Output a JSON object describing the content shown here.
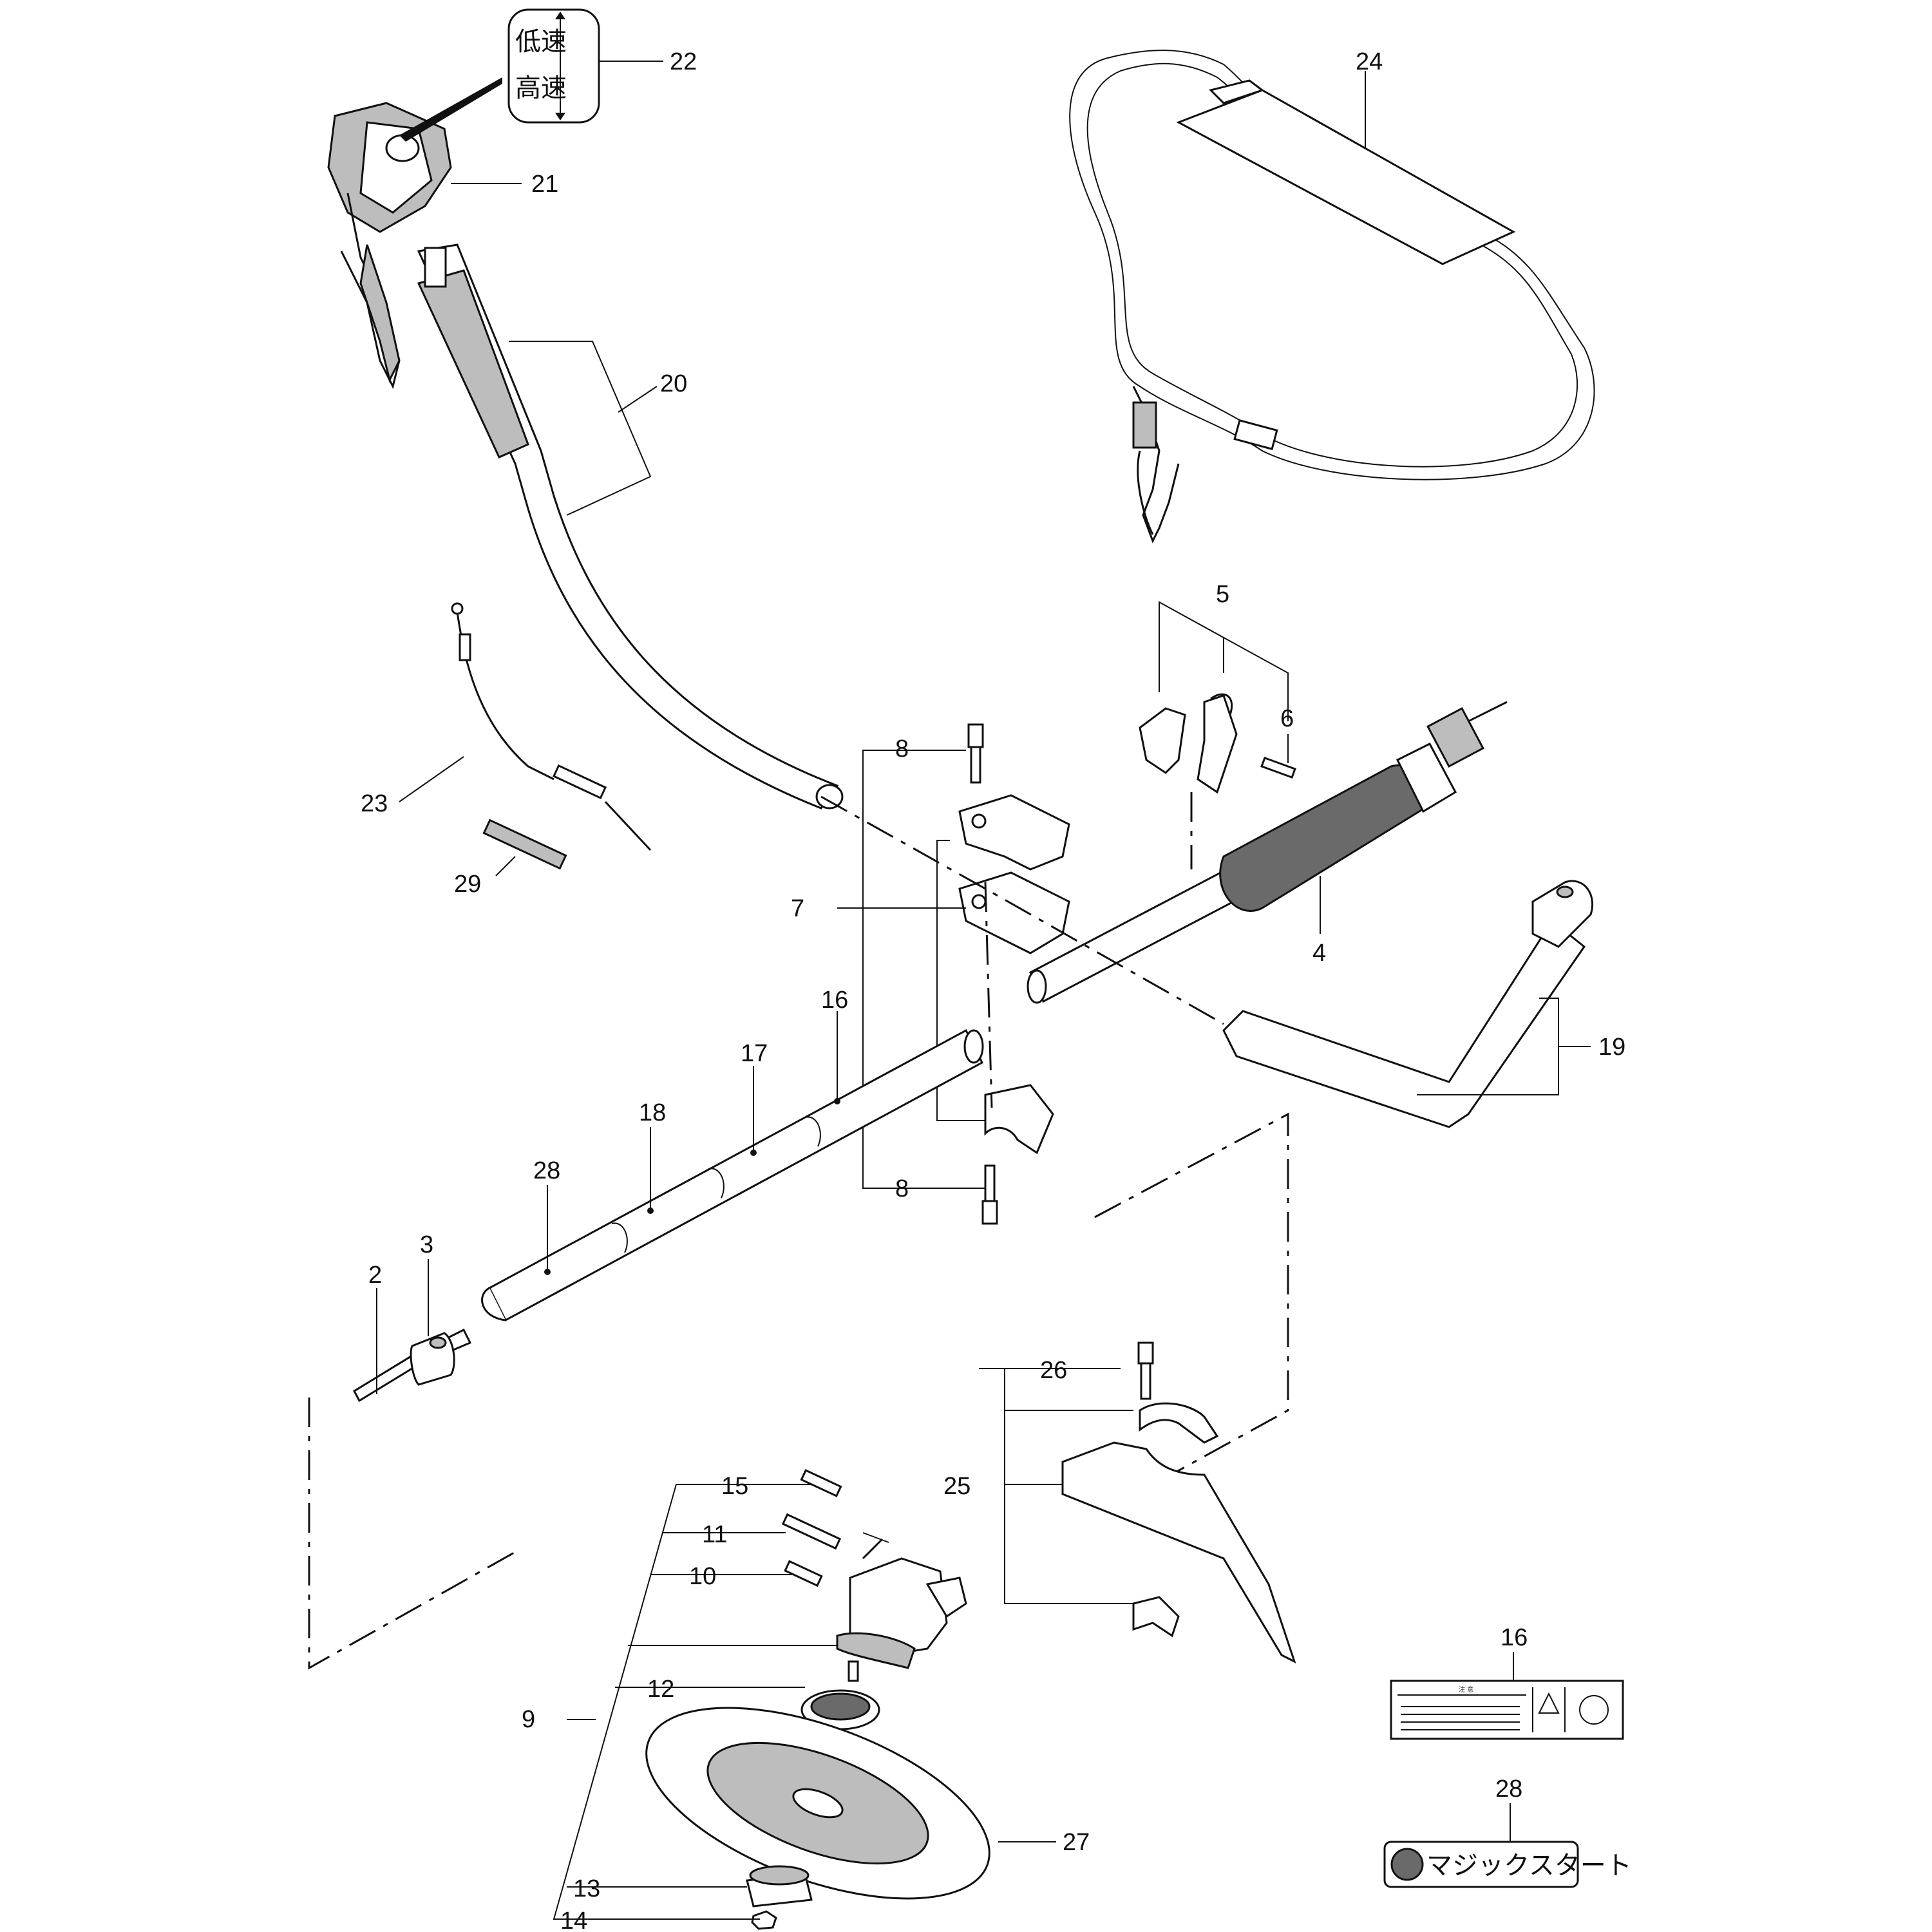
{
  "callouts": {
    "c2": "2",
    "c3": "3",
    "c4": "4",
    "c5": "5",
    "c6": "6",
    "c7": "7",
    "c8a": "8",
    "c8b": "8",
    "c9": "9",
    "c10": "10",
    "c11": "11",
    "c12": "12",
    "c13": "13",
    "c14": "14",
    "c15": "15",
    "c16": "16",
    "c16b": "16",
    "c17": "17",
    "c18": "18",
    "c19": "19",
    "c20": "20",
    "c21": "21",
    "c22": "22",
    "c23": "23",
    "c24": "24",
    "c25": "25",
    "c26": "26",
    "c27": "27",
    "c28": "28",
    "c28b": "28",
    "c29": "29"
  },
  "switch_label": {
    "line1": "低速",
    "line2": "高速"
  },
  "decal_28": {
    "text": "マジックスタート"
  },
  "decal_16": {
    "header": "注 意"
  }
}
